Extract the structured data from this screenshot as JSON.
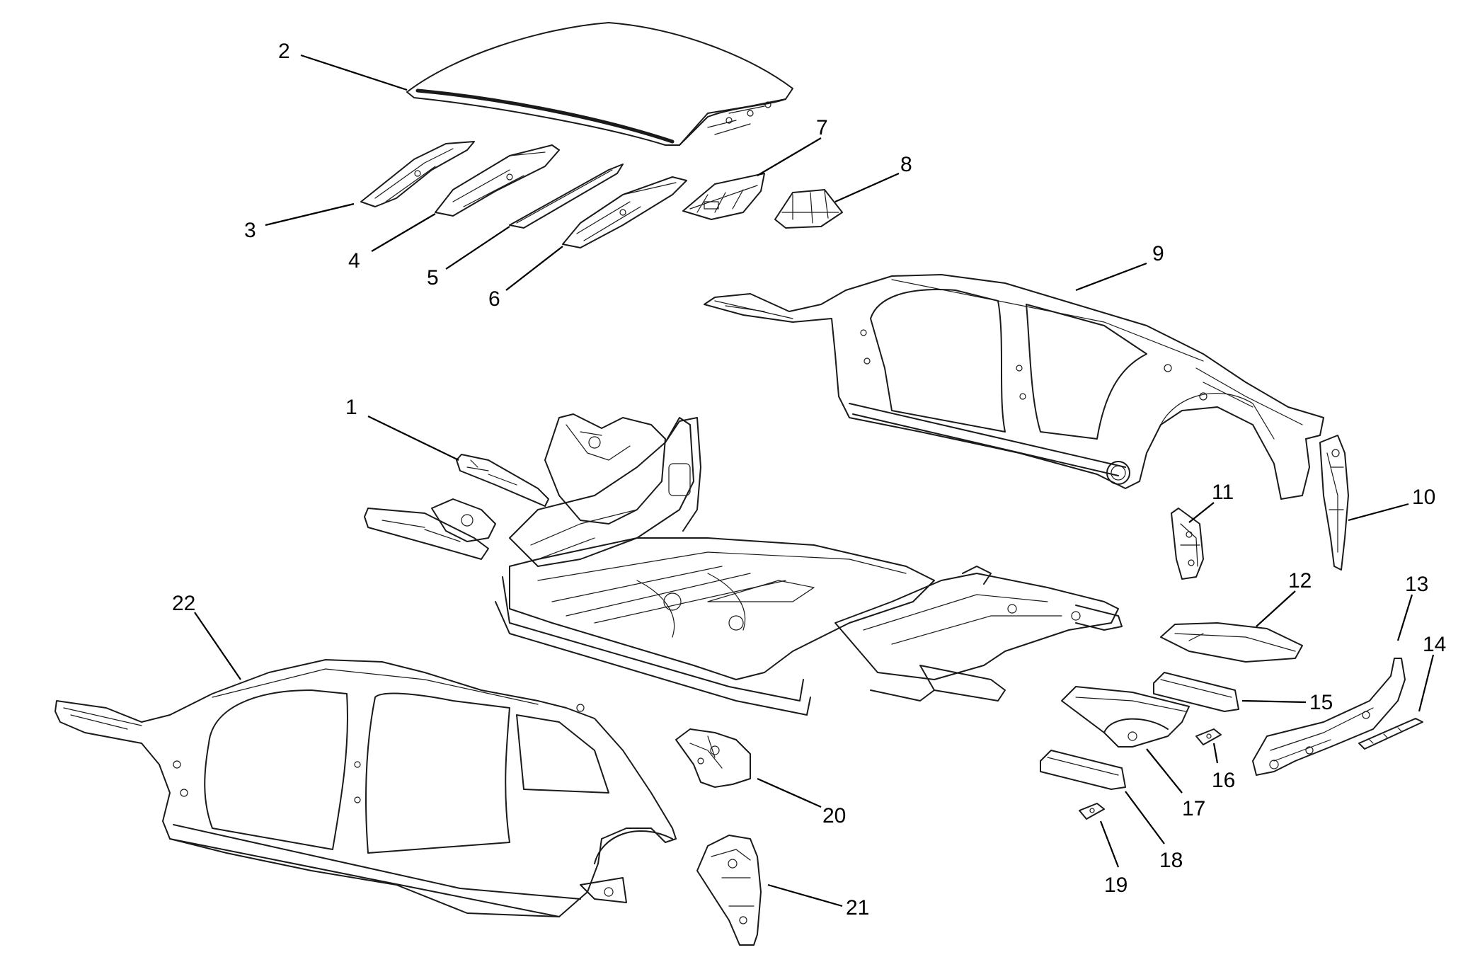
{
  "callouts": [
    {
      "id": "1",
      "label": "1"
    },
    {
      "id": "2",
      "label": "2"
    },
    {
      "id": "3",
      "label": "3"
    },
    {
      "id": "4",
      "label": "4"
    },
    {
      "id": "5",
      "label": "5"
    },
    {
      "id": "6",
      "label": "6"
    },
    {
      "id": "7",
      "label": "7"
    },
    {
      "id": "8",
      "label": "8"
    },
    {
      "id": "9",
      "label": "9"
    },
    {
      "id": "10",
      "label": "10"
    },
    {
      "id": "11",
      "label": "11"
    },
    {
      "id": "12",
      "label": "12"
    },
    {
      "id": "13",
      "label": "13"
    },
    {
      "id": "14",
      "label": "14"
    },
    {
      "id": "15",
      "label": "15"
    },
    {
      "id": "16",
      "label": "16"
    },
    {
      "id": "17",
      "label": "17"
    },
    {
      "id": "18",
      "label": "18"
    },
    {
      "id": "19",
      "label": "19"
    },
    {
      "id": "20",
      "label": "20"
    },
    {
      "id": "21",
      "label": "21"
    },
    {
      "id": "22",
      "label": "22"
    }
  ],
  "colors": {
    "line": "#1a1a1a",
    "background": "#ffffff"
  }
}
